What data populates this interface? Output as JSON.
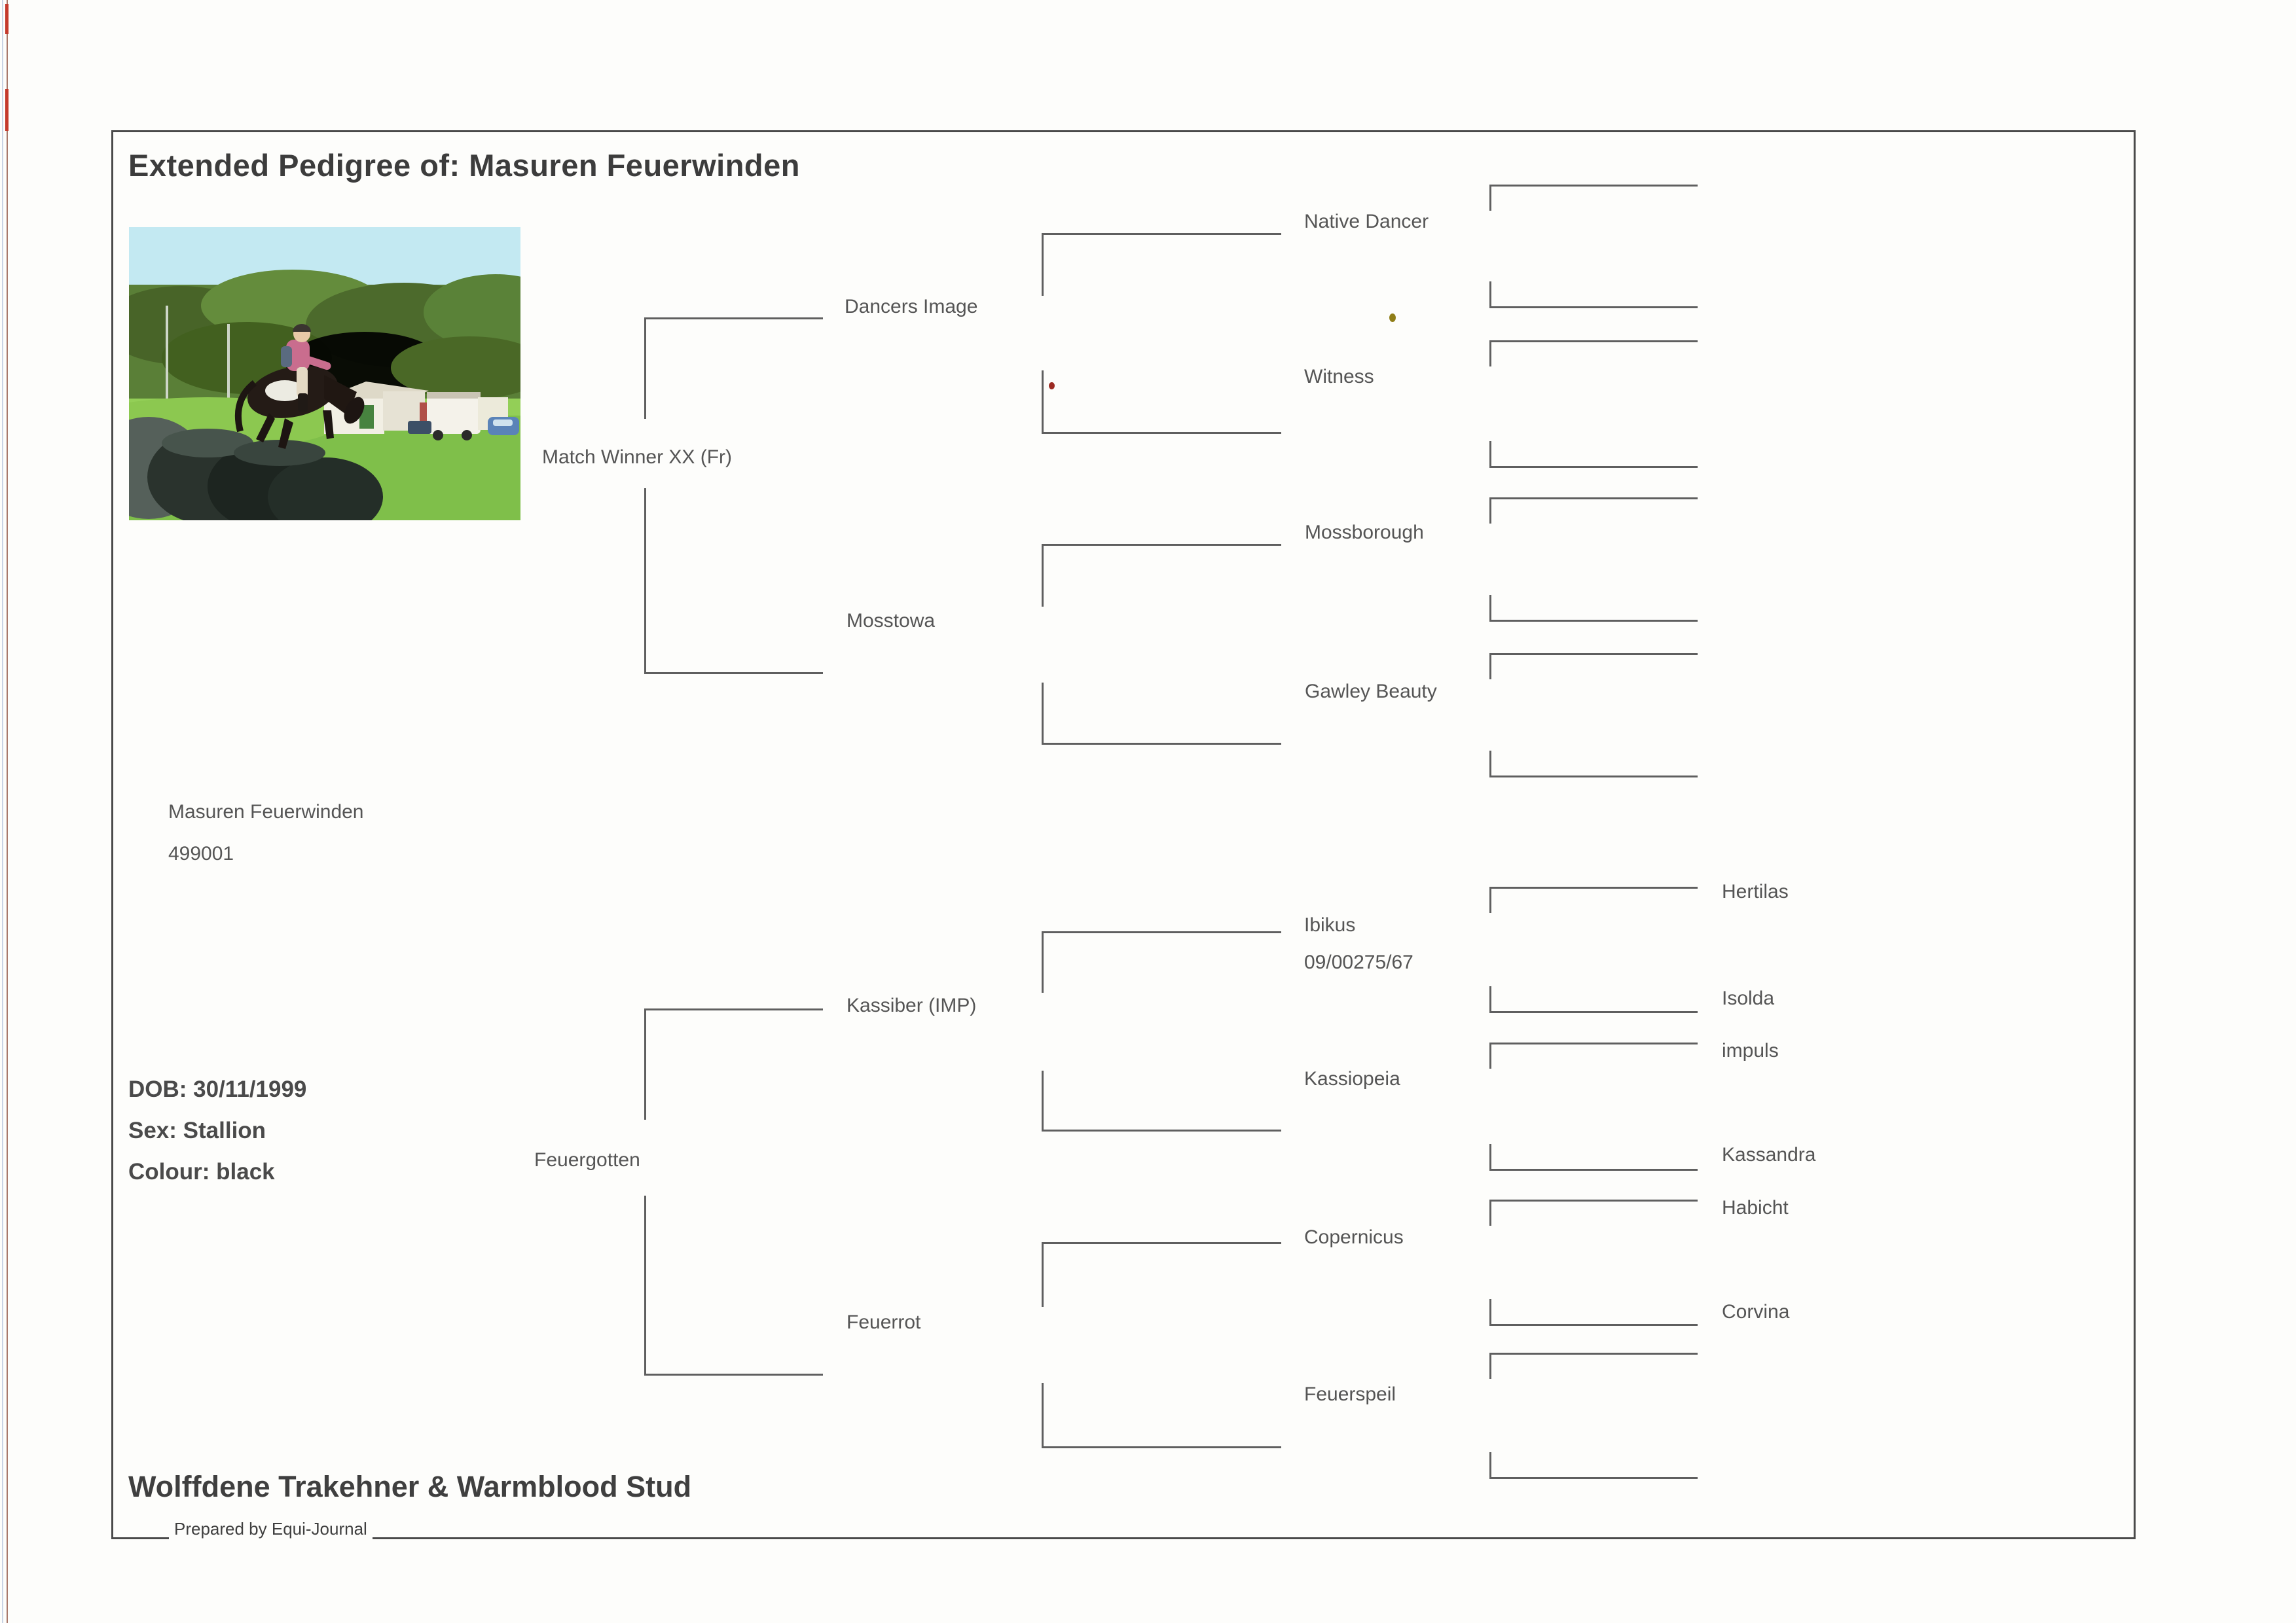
{
  "title": "Extended Pedigree of: Masuren Feuerwinden",
  "subject": {
    "name": "Masuren Feuerwinden",
    "reg_number": "499001",
    "dob": "DOB: 30/11/1999",
    "sex": "Sex: Stallion",
    "colour": "Colour: black"
  },
  "pedigree": {
    "gen1": [
      {
        "name": "Match Winner XX (Fr)"
      },
      {
        "name": "Feuergotten"
      }
    ],
    "gen2": [
      {
        "name": "Dancers Image"
      },
      {
        "name": "Mosstowa"
      },
      {
        "name": "Kassiber (IMP)"
      },
      {
        "name": "Feuerrot"
      }
    ],
    "gen3": [
      {
        "name": "Native Dancer"
      },
      {
        "name": "Witness"
      },
      {
        "name": "Mossborough"
      },
      {
        "name": "Gawley Beauty"
      },
      {
        "name": "Ibikus",
        "reg": "09/00275/67"
      },
      {
        "name": "Kassiopeia"
      },
      {
        "name": "Copernicus"
      },
      {
        "name": "Feuerspeil"
      }
    ],
    "gen4": [
      {
        "name": "Hertilas"
      },
      {
        "name": "Isolda"
      },
      {
        "name": "impuls"
      },
      {
        "name": "Kassandra"
      },
      {
        "name": "Habicht"
      },
      {
        "name": "Corvina"
      }
    ]
  },
  "footer": {
    "stud_name": "Wolffdene Trakehner & Warmblood Stud",
    "prepared_by": "Prepared by Equi-Journal"
  },
  "photo": {
    "description": "rider on black horse jumping a tyre mound at a cross-country event"
  },
  "colors": {
    "tree_line": "#5f5f5f",
    "node_text": "#555555",
    "title_text": "#3c3c3c",
    "border": "#4a4a4a",
    "scan_edge_blue": "#c9d3e4",
    "scan_edge_brown": "#a8796b",
    "scan_mark_red": "#c43a2c",
    "red_dot": "#9c2a22",
    "olive_dot": "#8f7d17"
  }
}
